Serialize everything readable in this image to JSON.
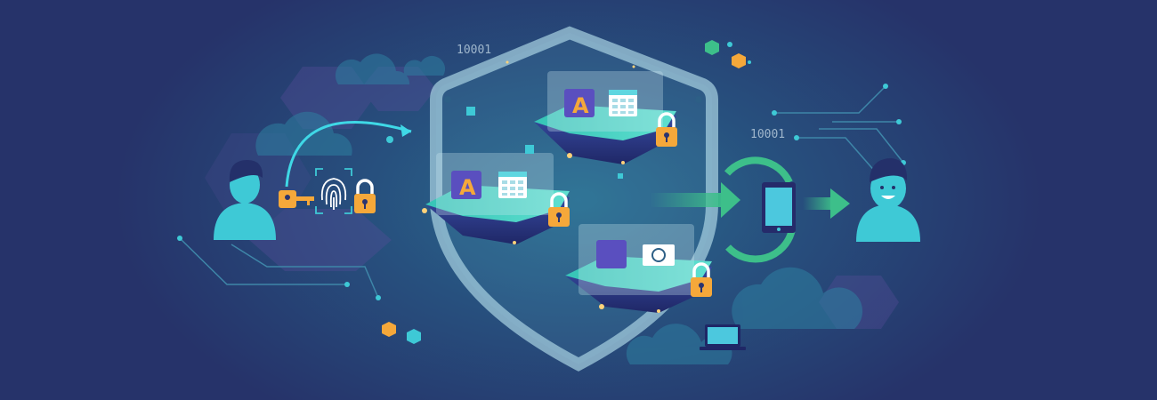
{
  "illustration": {
    "binary_labels": [
      "10001",
      "10001"
    ],
    "app_icon_letters": [
      "A",
      "A"
    ],
    "colors": {
      "background": "#26336a",
      "accent_teal": "#3ec9d6",
      "accent_green": "#3dbf8a",
      "lock_orange": "#f5a83a",
      "platform_navy": "#2d3c8a"
    },
    "icons": [
      "user-icon",
      "key-icon",
      "fingerprint-icon",
      "lock-icon",
      "shield-icon",
      "tablet-icon",
      "laptop-icon",
      "cloud-icon",
      "cube-icon",
      "calendar-icon",
      "camera-icon"
    ]
  }
}
